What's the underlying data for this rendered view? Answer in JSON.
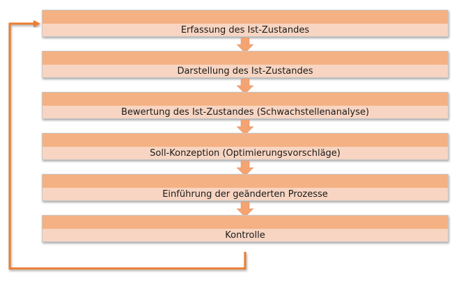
{
  "steps": [
    {
      "label": "Erfassung des Ist-Zustandes"
    },
    {
      "label": "Darstellung des Ist-Zustandes"
    },
    {
      "label": "Bewertung des Ist-Zustandes (Schwachstellenanalyse)"
    },
    {
      "label": "Soll-Konzeption (Optimierungsvorschläge)"
    },
    {
      "label": "Einführung der geänderten Prozesse"
    },
    {
      "label": "Kontrolle"
    }
  ],
  "colors": {
    "bar_top": "#f4b183",
    "bar_bottom": "#f8d5c2",
    "arrow": "#f4a372",
    "loop": "#ed7d31"
  }
}
